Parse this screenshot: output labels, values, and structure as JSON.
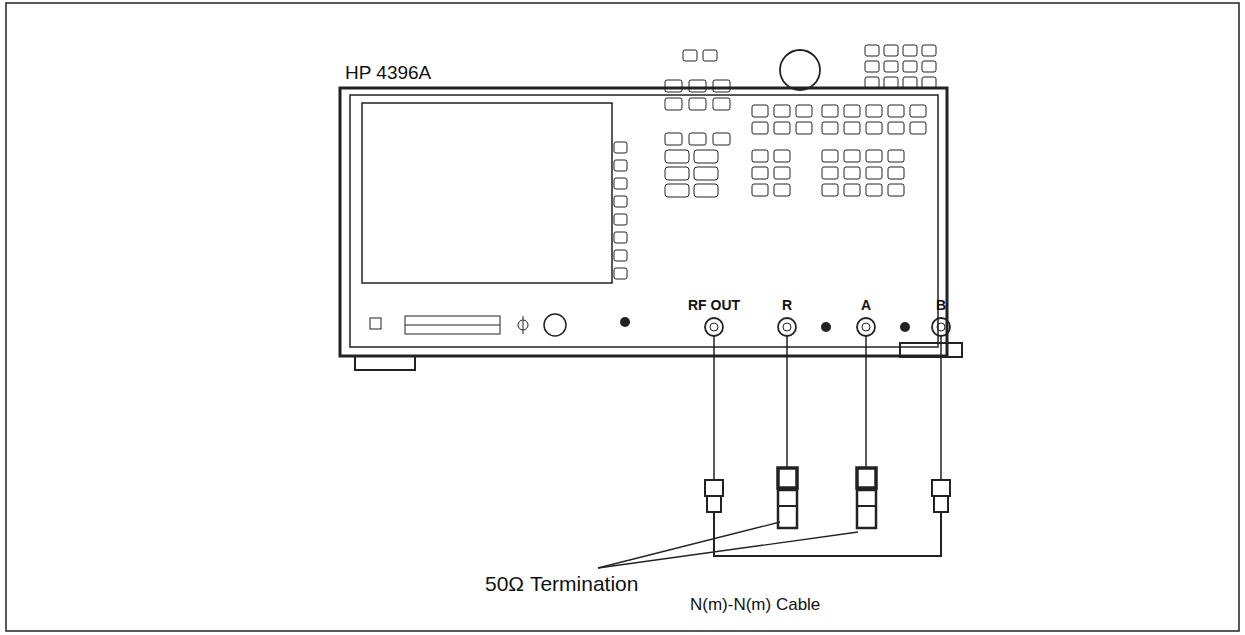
{
  "diagram": {
    "labels": [
      "HP 4396A",
      "RF OUT",
      "R",
      "A",
      "B",
      "50Ω Termination",
      "N(m)-N(m) Cable"
    ]
  }
}
